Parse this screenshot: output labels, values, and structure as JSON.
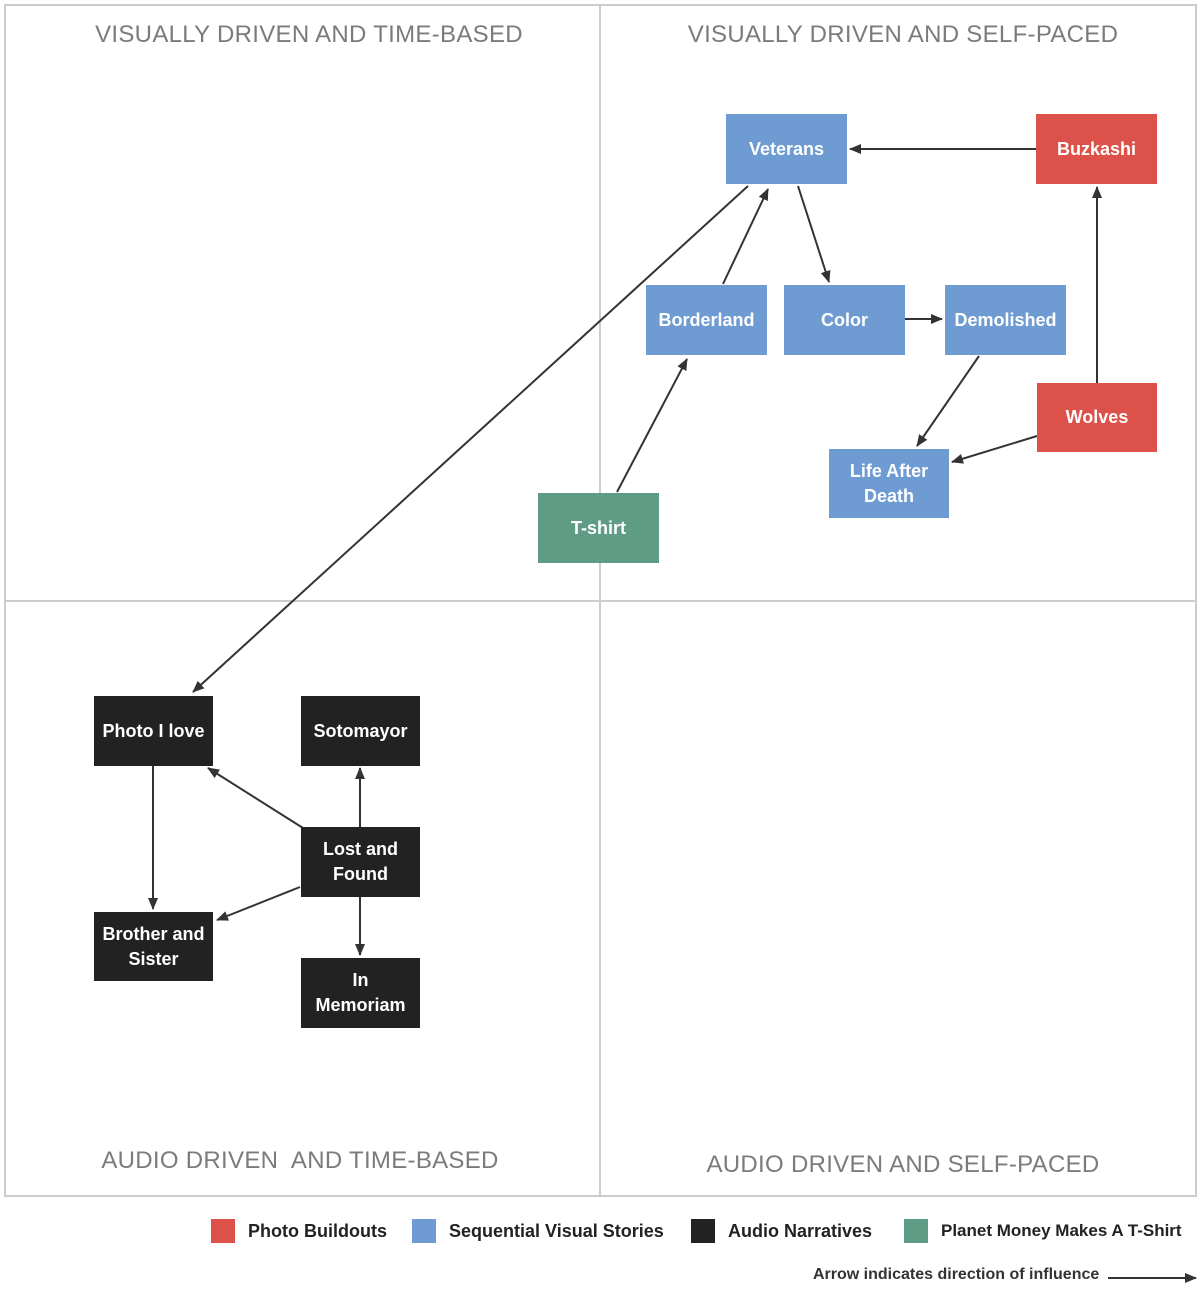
{
  "quadrants": {
    "top_left": "VISUALLY DRIVEN AND TIME-BASED",
    "top_right": "VISUALLY DRIVEN AND SELF-PACED",
    "bottom_left": "AUDIO DRIVEN  AND TIME-BASED",
    "bottom_right": "AUDIO DRIVEN AND SELF-PACED"
  },
  "nodes": {
    "veterans": "Veterans",
    "buzkashi": "Buzkashi",
    "borderland": "Borderland",
    "color": "Color",
    "demolished": "Demolished",
    "wolves": "Wolves",
    "life_after_death": "Life After\nDeath",
    "t_shirt": "T-shirt",
    "photo_i_love": "Photo I love",
    "sotomayor": "Sotomayor",
    "lost_and_found": "Lost and\nFound",
    "brother_and_sister": "Brother and\nSister",
    "in_memoriam": "In\nMemoriam"
  },
  "edges": [
    {
      "from": "Buzkashi",
      "to": "Veterans"
    },
    {
      "from": "Wolves",
      "to": "Buzkashi"
    },
    {
      "from": "Wolves",
      "to": "Life After Death"
    },
    {
      "from": "Demolished",
      "to": "Life After Death"
    },
    {
      "from": "Color",
      "to": "Demolished"
    },
    {
      "from": "Veterans",
      "to": "Color"
    },
    {
      "from": "Borderland",
      "to": "Veterans"
    },
    {
      "from": "T-shirt",
      "to": "Borderland"
    },
    {
      "from": "Veterans",
      "to": "Photo I love"
    },
    {
      "from": "Photo I love",
      "to": "Brother and Sister"
    },
    {
      "from": "Lost and Found",
      "to": "Photo I love"
    },
    {
      "from": "Lost and Found",
      "to": "Sotomayor"
    },
    {
      "from": "Lost and Found",
      "to": "Brother and Sister"
    },
    {
      "from": "Lost and Found",
      "to": "In Memoriam"
    }
  ],
  "legend": {
    "photo_buildouts": "Photo Buildouts",
    "sequential_visual_stories": "Sequential Visual Stories",
    "audio_narratives": "Audio Narratives",
    "planet_money_tshirt": "Planet Money Makes A T-Shirt",
    "arrow_note": "Arrow indicates direction of influence"
  },
  "colors": {
    "photo_buildouts": "#dc5149",
    "sequential_visual_stories": "#6f9bd3",
    "audio_narratives": "#222222",
    "planet_money_tshirt": "#5e9c85",
    "arrow": "#333333",
    "grid": "#cccccc"
  }
}
